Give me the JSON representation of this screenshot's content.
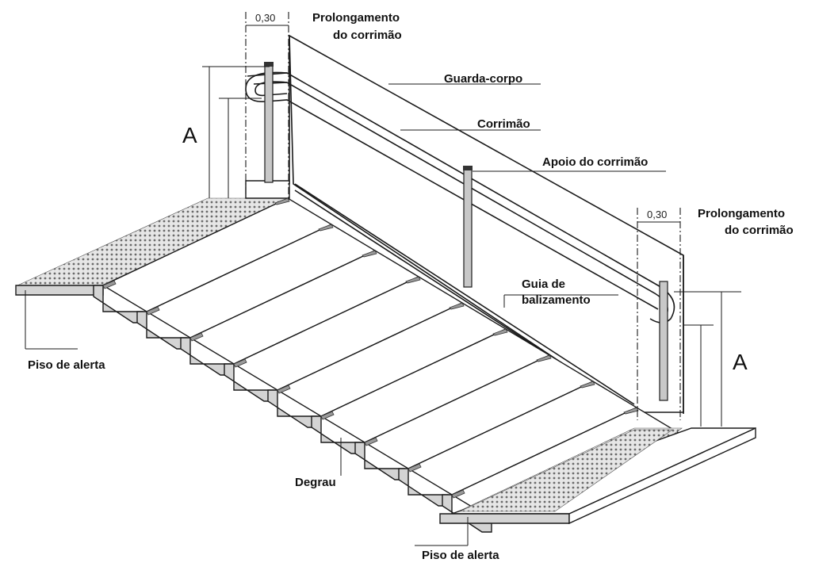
{
  "labels": {
    "prolongamento_top_1": "Prolongamento",
    "prolongamento_top_2": "do corrimão",
    "guarda_corpo": "Guarda-corpo",
    "corrimao": "Corrimão",
    "apoio": "Apoio do corrimão",
    "prolongamento_right_1": "Prolongamento",
    "prolongamento_right_2": "do corrimão",
    "guia_1": "Guia de",
    "guia_2": "balizamento",
    "piso_left": "Piso de alerta",
    "degrau": "Degrau",
    "piso_bottom": "Piso de alerta"
  },
  "dimensions": {
    "ext_top": "0,30",
    "ext_right": "0,30",
    "height_left": "A",
    "height_right": "A"
  }
}
